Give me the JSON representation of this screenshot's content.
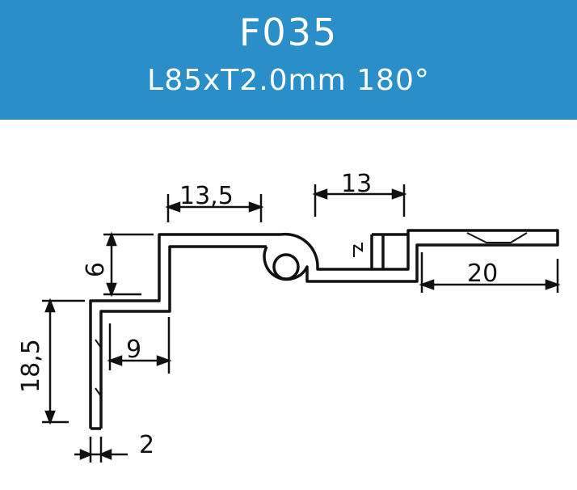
{
  "header": {
    "title": "F035",
    "subtitle": "L85xT2.0mm 180°",
    "background_color": "#2a8fc9"
  },
  "dimensions": {
    "top_left_width": "13,5",
    "top_right_gap": "13",
    "right_leaf": "20",
    "upper_height": "9",
    "lower_height": "18,5",
    "offset_width": "9",
    "thickness": "2"
  }
}
